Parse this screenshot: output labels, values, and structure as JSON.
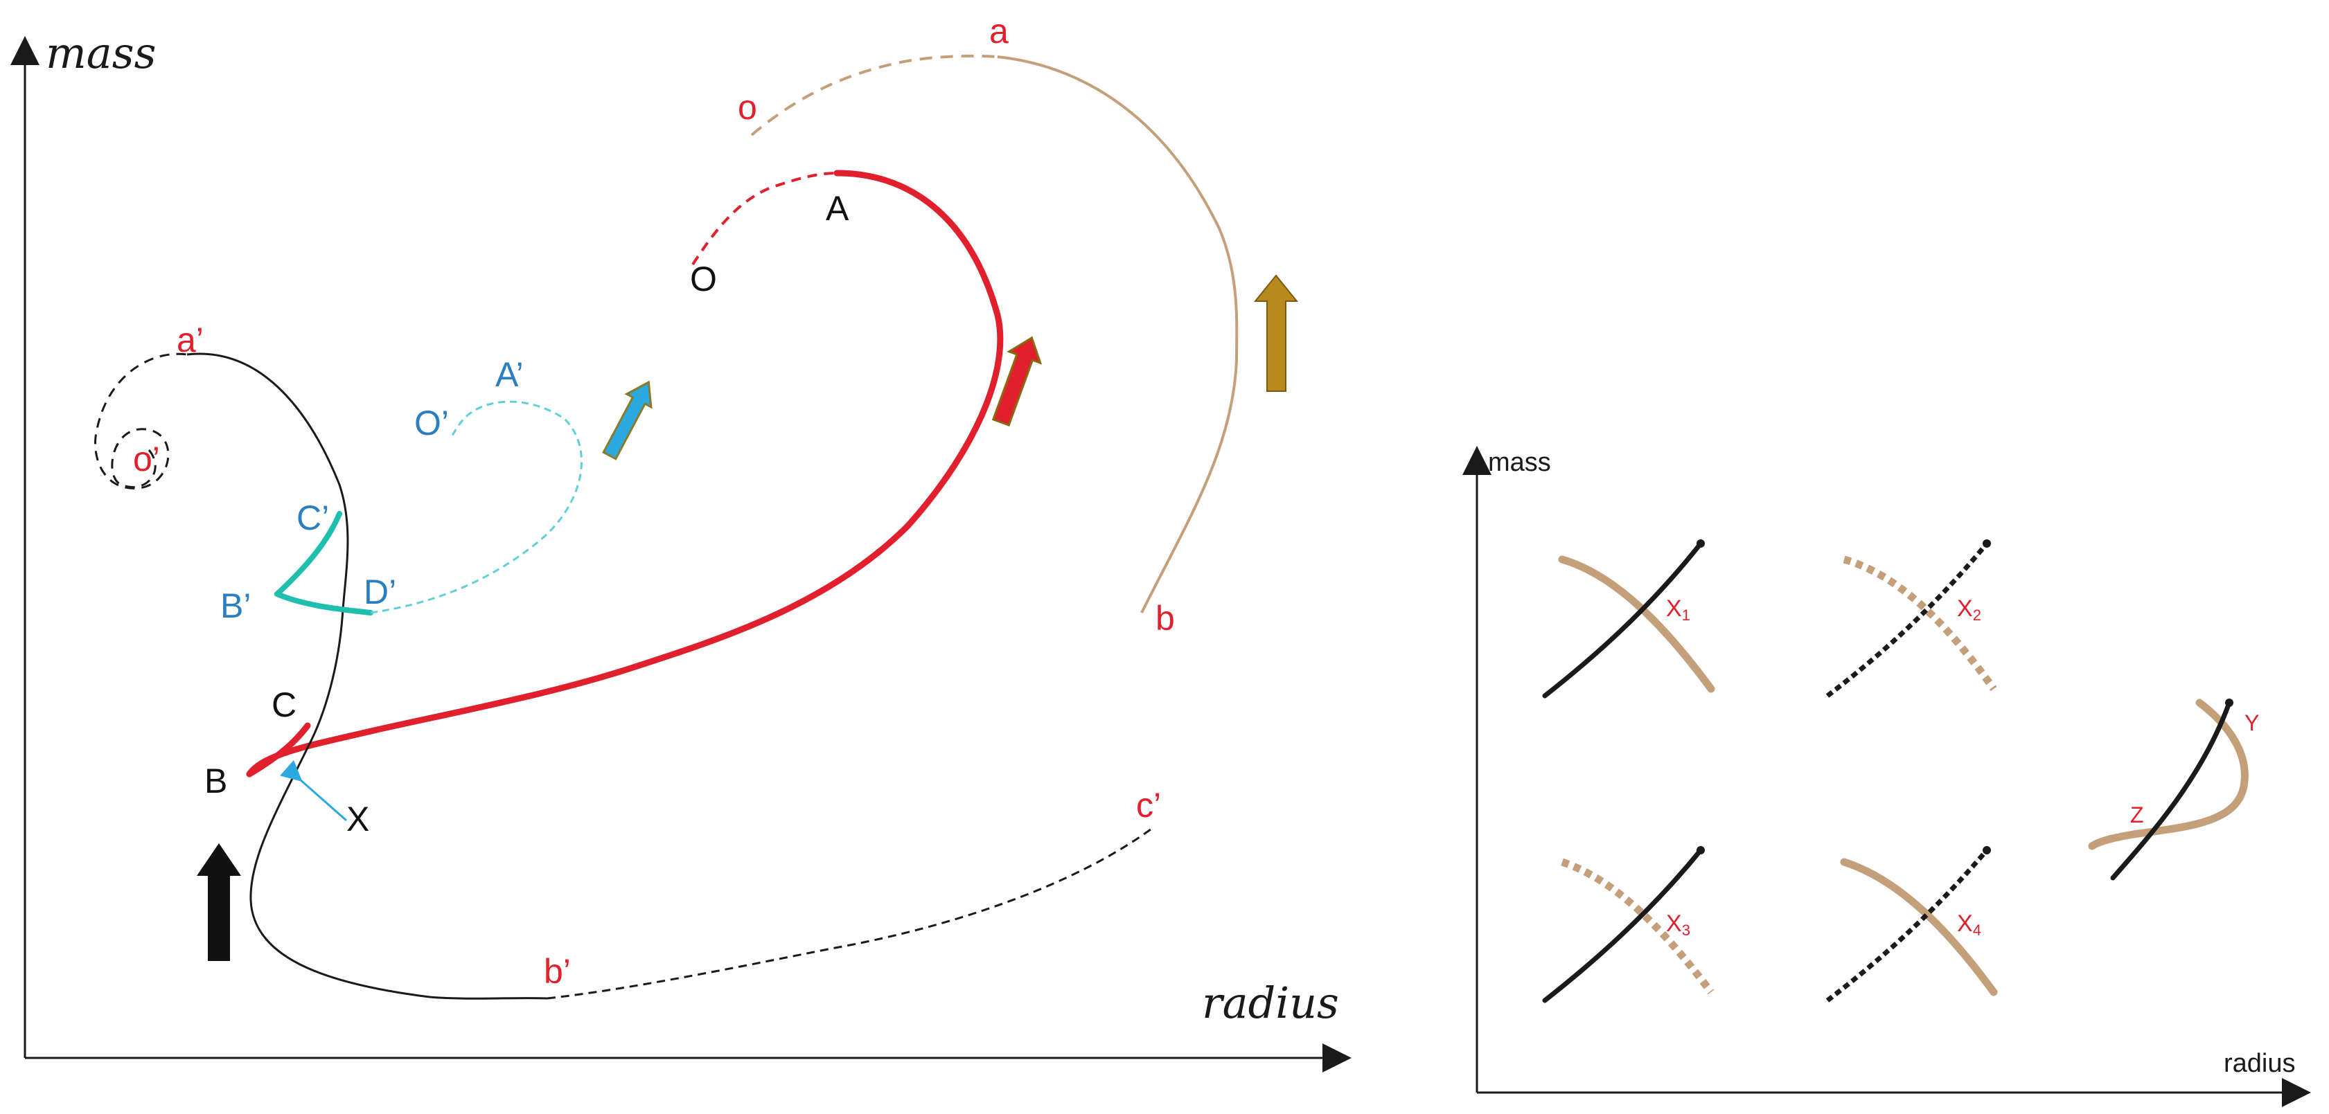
{
  "colors": {
    "red": "#e0202c",
    "black": "#1a1a1a",
    "tan": "#c4a07a",
    "teal": "#1fbfb0",
    "blue": "#2a7fc0",
    "cyan_dashed": "#5fd0d8",
    "arrow_blue": "#2aa8e0",
    "arrow_gold": "#b88a1e",
    "arrow_red": "#e0202c"
  },
  "left_diagram": {
    "axis_y_label": "mass",
    "axis_x_label": "radius",
    "labels": {
      "a": "a",
      "o": "o",
      "b": "b",
      "A": "A",
      "O": "O",
      "B": "B",
      "C": "C",
      "X": "X",
      "a_prime": "a’",
      "o_prime": "o’",
      "b_prime": "b’",
      "c_prime": "c’",
      "A_prime": "A’",
      "O_prime": "O’",
      "B_prime": "B’",
      "C_prime": "C’",
      "D_prime": "D’"
    }
  },
  "right_diagram": {
    "axis_y_label": "mass",
    "axis_x_label": "radius",
    "crossings": {
      "x1": {
        "main": "X",
        "sub": "1"
      },
      "x2": {
        "main": "X",
        "sub": "2"
      },
      "x3": {
        "main": "X",
        "sub": "3"
      },
      "x4": {
        "main": "X",
        "sub": "4"
      },
      "y": "Y",
      "z": "Z"
    }
  }
}
